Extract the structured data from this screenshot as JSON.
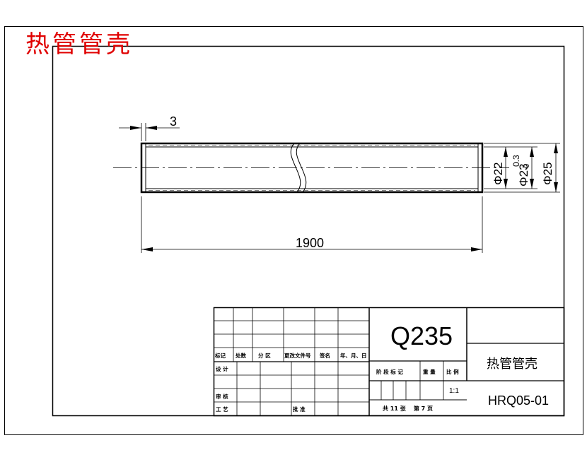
{
  "header": {
    "title": "热管管壳",
    "title_color": "#e00000"
  },
  "drawing": {
    "dim_wall": "3",
    "dim_length": "1900",
    "dim_inner": "Φ22",
    "dim_inner_tolerance": "0.3",
    "dim_outer_tol": "Φ23",
    "dim_outer_tol_sub": "0",
    "dim_outer": "Φ25"
  },
  "title_block": {
    "material": "Q235",
    "part_name": "热管管壳",
    "drawing_no": "HRQ05-01",
    "scale": "1:1",
    "sheet_info": "共 11 张    第 7 页",
    "col_headers": [
      "标记",
      "处数",
      "分 区",
      "更改文件号",
      "签名",
      "年、月、日"
    ],
    "row_design": "设 计",
    "row_review": "审 核",
    "row_process": "工 艺",
    "row_approve": "批 准",
    "stage_headers": [
      "阶 段 标 记",
      "重 量",
      "比 例"
    ]
  }
}
